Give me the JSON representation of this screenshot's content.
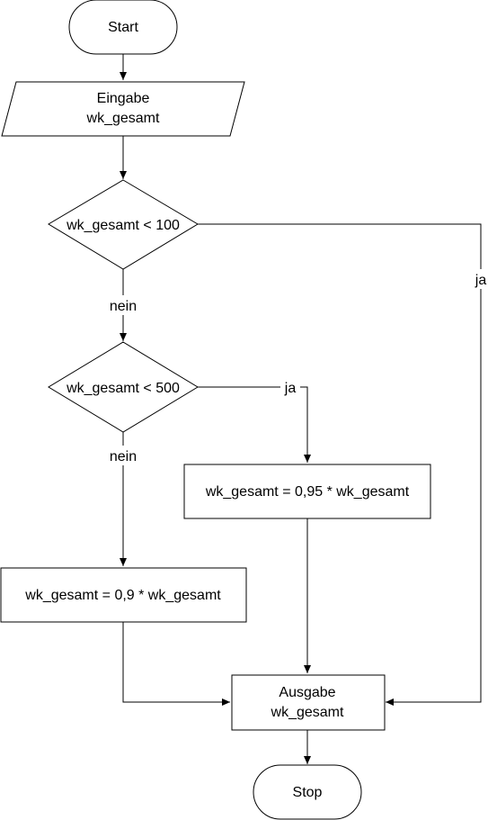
{
  "flowchart": {
    "start_label": "Start",
    "input": {
      "line1": "Eingabe",
      "line2": "wk_gesamt"
    },
    "decision1": "wk_gesamt < 100",
    "decision2": "wk_gesamt < 500",
    "process1": "wk_gesamt = 0,95 * wk_gesamt",
    "process2": "wk_gesamt = 0,9 * wk_gesamt",
    "output": {
      "line1": "Ausgabe",
      "line2": "wk_gesamt"
    },
    "stop_label": "Stop",
    "edge_labels": {
      "d1_yes": "ja",
      "d1_no": "nein",
      "d2_yes": "ja",
      "d2_no": "nein"
    }
  },
  "colors": {
    "stroke": "#000000",
    "fill": "#ffffff",
    "background": "#ffffff"
  }
}
